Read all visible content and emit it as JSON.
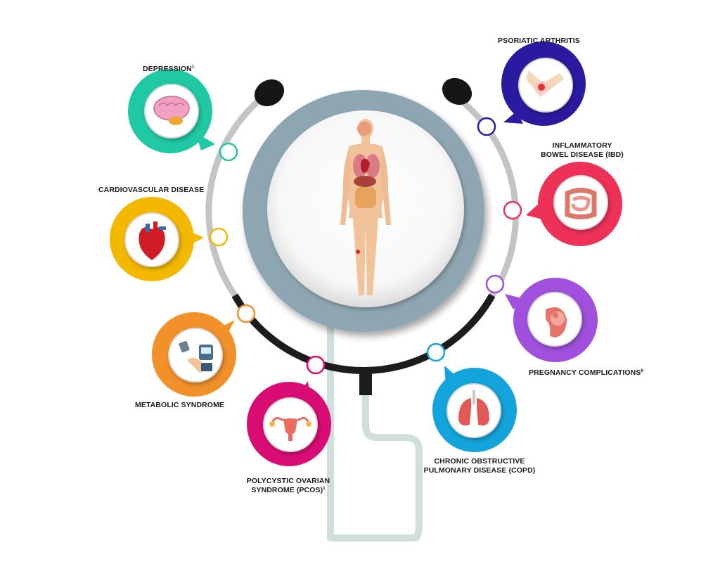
{
  "colors": {
    "depression": "#1fc9a4",
    "cardiovascular": "#f4b800",
    "metabolic": "#f2902a",
    "pcos": "#d90c74",
    "copd": "#12a4da",
    "pregnancy": "#a050dc",
    "ibd": "#ee3157",
    "psoriatic": "#2a1aa0",
    "ring_gray": "#c4c4c4",
    "ring_black": "#1c1c1c",
    "lens": "#8ea6b2",
    "tube": "#cfe0dc"
  },
  "conditions": [
    {
      "id": "depression",
      "label": "DEPRESSION",
      "sup": "1",
      "icon": "brain-icon"
    },
    {
      "id": "cardiovascular",
      "label": "CARDIOVASCULAR DISEASE",
      "sup": "",
      "icon": "heart-icon"
    },
    {
      "id": "metabolic",
      "label": "METABOLIC SYNDROME",
      "sup": "",
      "icon": "blood-pressure-monitor-icon"
    },
    {
      "id": "pcos",
      "label_line1": "POLYCYSTIC OVARIAN",
      "label_line2": "SYNDROME (PCOS)",
      "sup": "1",
      "icon": "uterus-icon"
    },
    {
      "id": "copd",
      "label_line1": "CHRONIC OBSTRUCTIVE",
      "label_line2": "PULMONARY DISEASE (COPD)",
      "sup": "",
      "icon": "lungs-icon"
    },
    {
      "id": "pregnancy",
      "label": "PREGNANCY COMPLICATIONS",
      "sup": "8",
      "icon": "fetus-icon"
    },
    {
      "id": "ibd",
      "label_line1": "INFLAMMATORY",
      "label_line2": "BOWEL DISEASE (IBD)",
      "sup": "",
      "icon": "intestine-icon"
    },
    {
      "id": "psoriatic",
      "label": "PSORIATIC ARTHRITIS",
      "sup": "",
      "icon": "knee-joint-icon"
    }
  ]
}
